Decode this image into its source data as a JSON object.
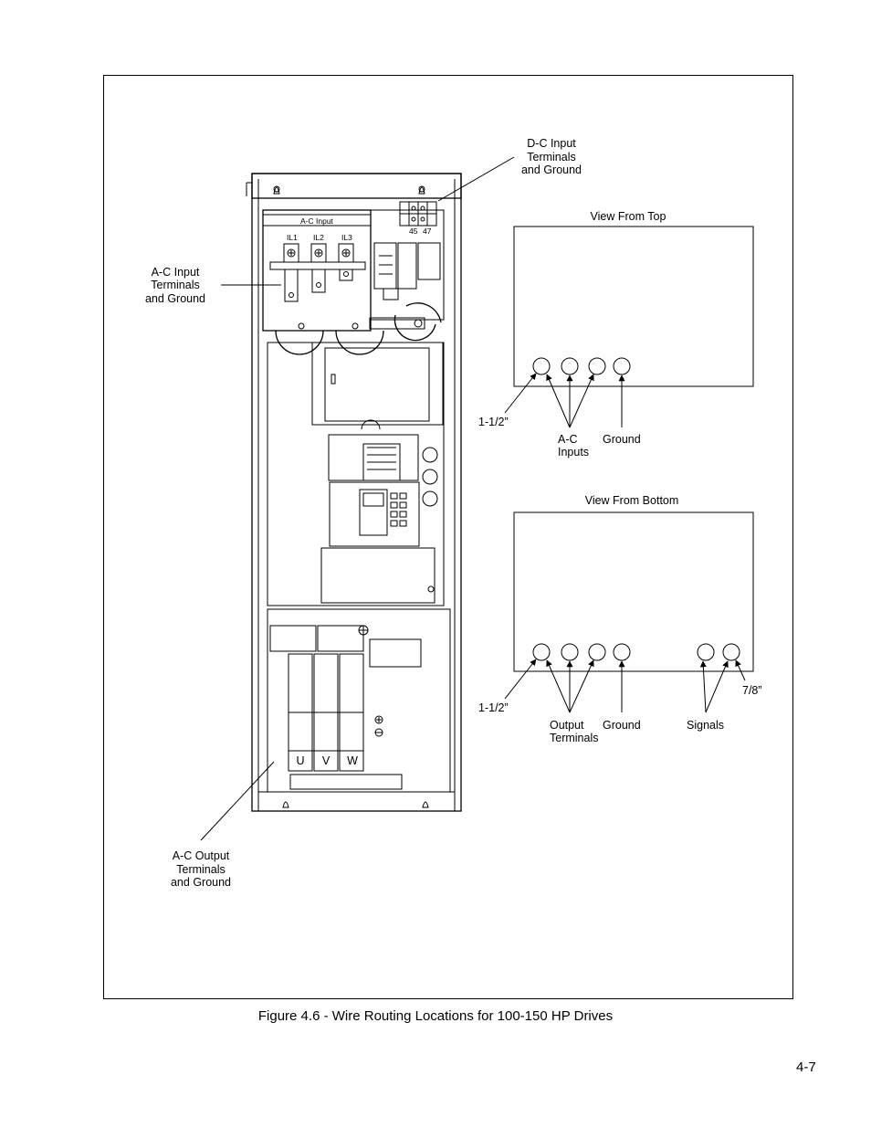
{
  "labels": {
    "dc_input": [
      "D-C Input",
      "Terminals",
      "and Ground"
    ],
    "ac_input": [
      "A-C Input",
      "Terminals",
      "and Ground"
    ],
    "ac_output": [
      "A-C Output",
      "Terminals",
      "and Ground"
    ],
    "ac_input_bar": "A-C Input",
    "il1": "IL1",
    "il2": "IL2",
    "il3": "IL3",
    "term_45": "45",
    "term_47": "47",
    "u": "U",
    "v": "V",
    "w": "W"
  },
  "view_top": {
    "title": "View From Top",
    "size_label": "1-1/2”",
    "ac_inputs": [
      "A-C",
      "Inputs"
    ],
    "ground": "Ground"
  },
  "view_bottom": {
    "title": "View From Bottom",
    "size_label": "1-1/2”",
    "output_terminals": [
      "Output",
      "Terminals"
    ],
    "ground": "Ground",
    "signals": "Signals",
    "signal_size": "7/8”"
  },
  "caption": "Figure 4.6 - Wire Routing Locations for 100-150 HP Drives",
  "page_number": "4-7"
}
